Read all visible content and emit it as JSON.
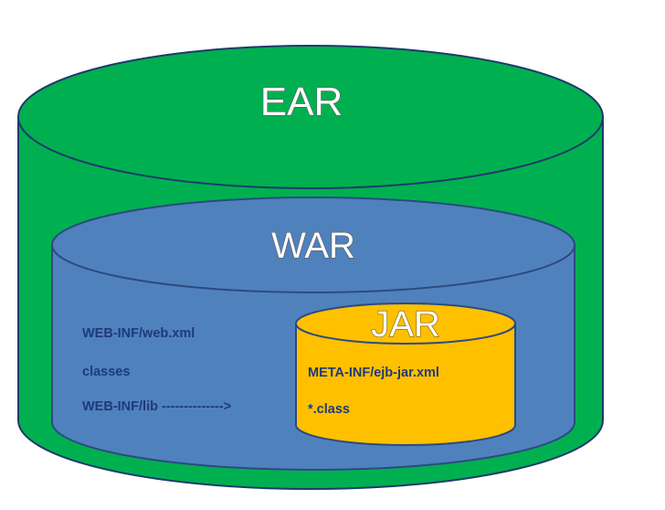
{
  "ear": {
    "title": "EAR",
    "color": "#00b050"
  },
  "war": {
    "title": "WAR",
    "color": "#4f81bd",
    "items": [
      "WEB-INF/web.xml",
      "classes",
      "WEB-INF/lib -------------->"
    ]
  },
  "jar": {
    "title": "JAR",
    "color": "#ffc000",
    "items": [
      "META-INF/ejb-jar.xml",
      "*.class"
    ]
  }
}
